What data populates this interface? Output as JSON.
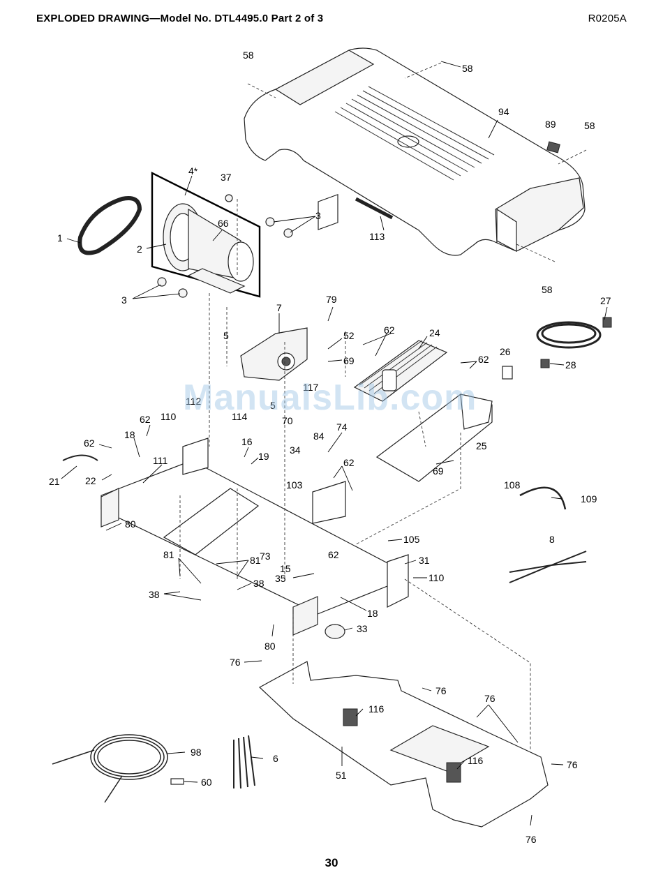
{
  "header": {
    "title": "EXPLODED DRAWING—Model No. DTL4495.0 Part 2 of 3",
    "code": "R0205A"
  },
  "page_number": "30",
  "watermark": "ManualsLib.com",
  "callouts": {
    "c58a": "58",
    "c58b": "58",
    "c58c": "58",
    "c58d": "58",
    "c94": "94",
    "c89": "89",
    "c113": "113",
    "c4": "4*",
    "c37": "37",
    "c3a": "3",
    "c3b": "3",
    "c1": "1",
    "c2": "2",
    "c66": "66",
    "c7": "7",
    "c79": "79",
    "c52": "52",
    "c69a": "69",
    "c5a": "5",
    "c5b": "5",
    "c117": "117",
    "c114": "114",
    "c70": "70",
    "c62a": "62",
    "c24": "24",
    "c26": "26",
    "c62b": "62",
    "c27": "27",
    "c28": "28",
    "c25": "25",
    "c69b": "69",
    "c62c": "62",
    "c110a": "110",
    "c112": "112",
    "c18a": "18",
    "c62d": "62",
    "c21": "21",
    "c22": "22",
    "c111": "111",
    "c16": "16",
    "c19": "19",
    "c74": "74",
    "c34": "34",
    "c84": "84",
    "c62e": "62",
    "c103": "103",
    "c108": "108",
    "c109": "109",
    "c80a": "80",
    "c8": "8",
    "c105": "105",
    "c73": "73",
    "c81a": "81",
    "c81b": "81",
    "c15": "15",
    "c62f": "62",
    "c31": "31",
    "c35": "35",
    "c110b": "110",
    "c38a": "38",
    "c38b": "38",
    "c18b": "18",
    "c33": "33",
    "c80b": "80",
    "c76a": "76",
    "c76b": "76",
    "c76c": "76",
    "c76d": "76",
    "c76e": "76",
    "c116a": "116",
    "c116b": "116",
    "c98": "98",
    "c6": "6",
    "c60": "60",
    "c51": "51"
  }
}
